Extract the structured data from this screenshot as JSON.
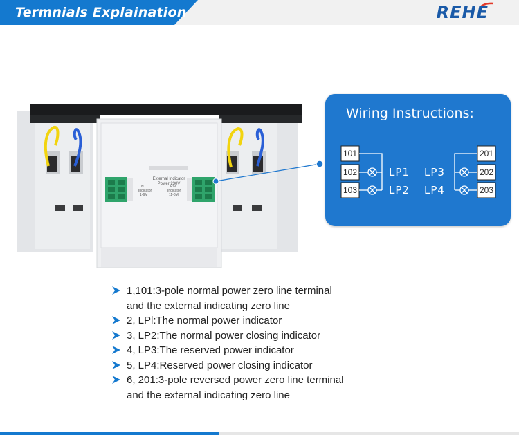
{
  "header": {
    "title": "Termnials Explaination",
    "brand": "REHE"
  },
  "device": {
    "label_lines": [
      "External Indicator",
      "Power 230V"
    ],
    "left_sub": [
      "N",
      "Indicator",
      "1-6M"
    ],
    "right_sub": [
      "R/V",
      "Indicator",
      "11-8M"
    ]
  },
  "card": {
    "title": "Wiring Instructions:",
    "left_boxes": [
      "101",
      "102",
      "103"
    ],
    "right_boxes": [
      "201",
      "202",
      "203"
    ],
    "left_labels": [
      "LP1",
      "LP2"
    ],
    "right_labels": [
      "LP3",
      "LP4"
    ]
  },
  "items": [
    {
      "line1": "1,101:3-pole normal power zero line terminal",
      "line2": "and the external indicating zero line"
    },
    {
      "line1": "2, LPl:The normal power indicator"
    },
    {
      "line1": "3, LP2:The normal power closing indicator"
    },
    {
      "line1": "4, LP3:The reserved power indicator"
    },
    {
      "line1": "5, LP4:Reserved power closing indicator"
    },
    {
      "line1": "6, 201:3-pole reversed power zero line terminal",
      "line2": "and the external indicating zero line"
    }
  ],
  "colors": {
    "accent": "#1479cf",
    "card": "#1f78cf",
    "brand": "#1a5aa8"
  }
}
